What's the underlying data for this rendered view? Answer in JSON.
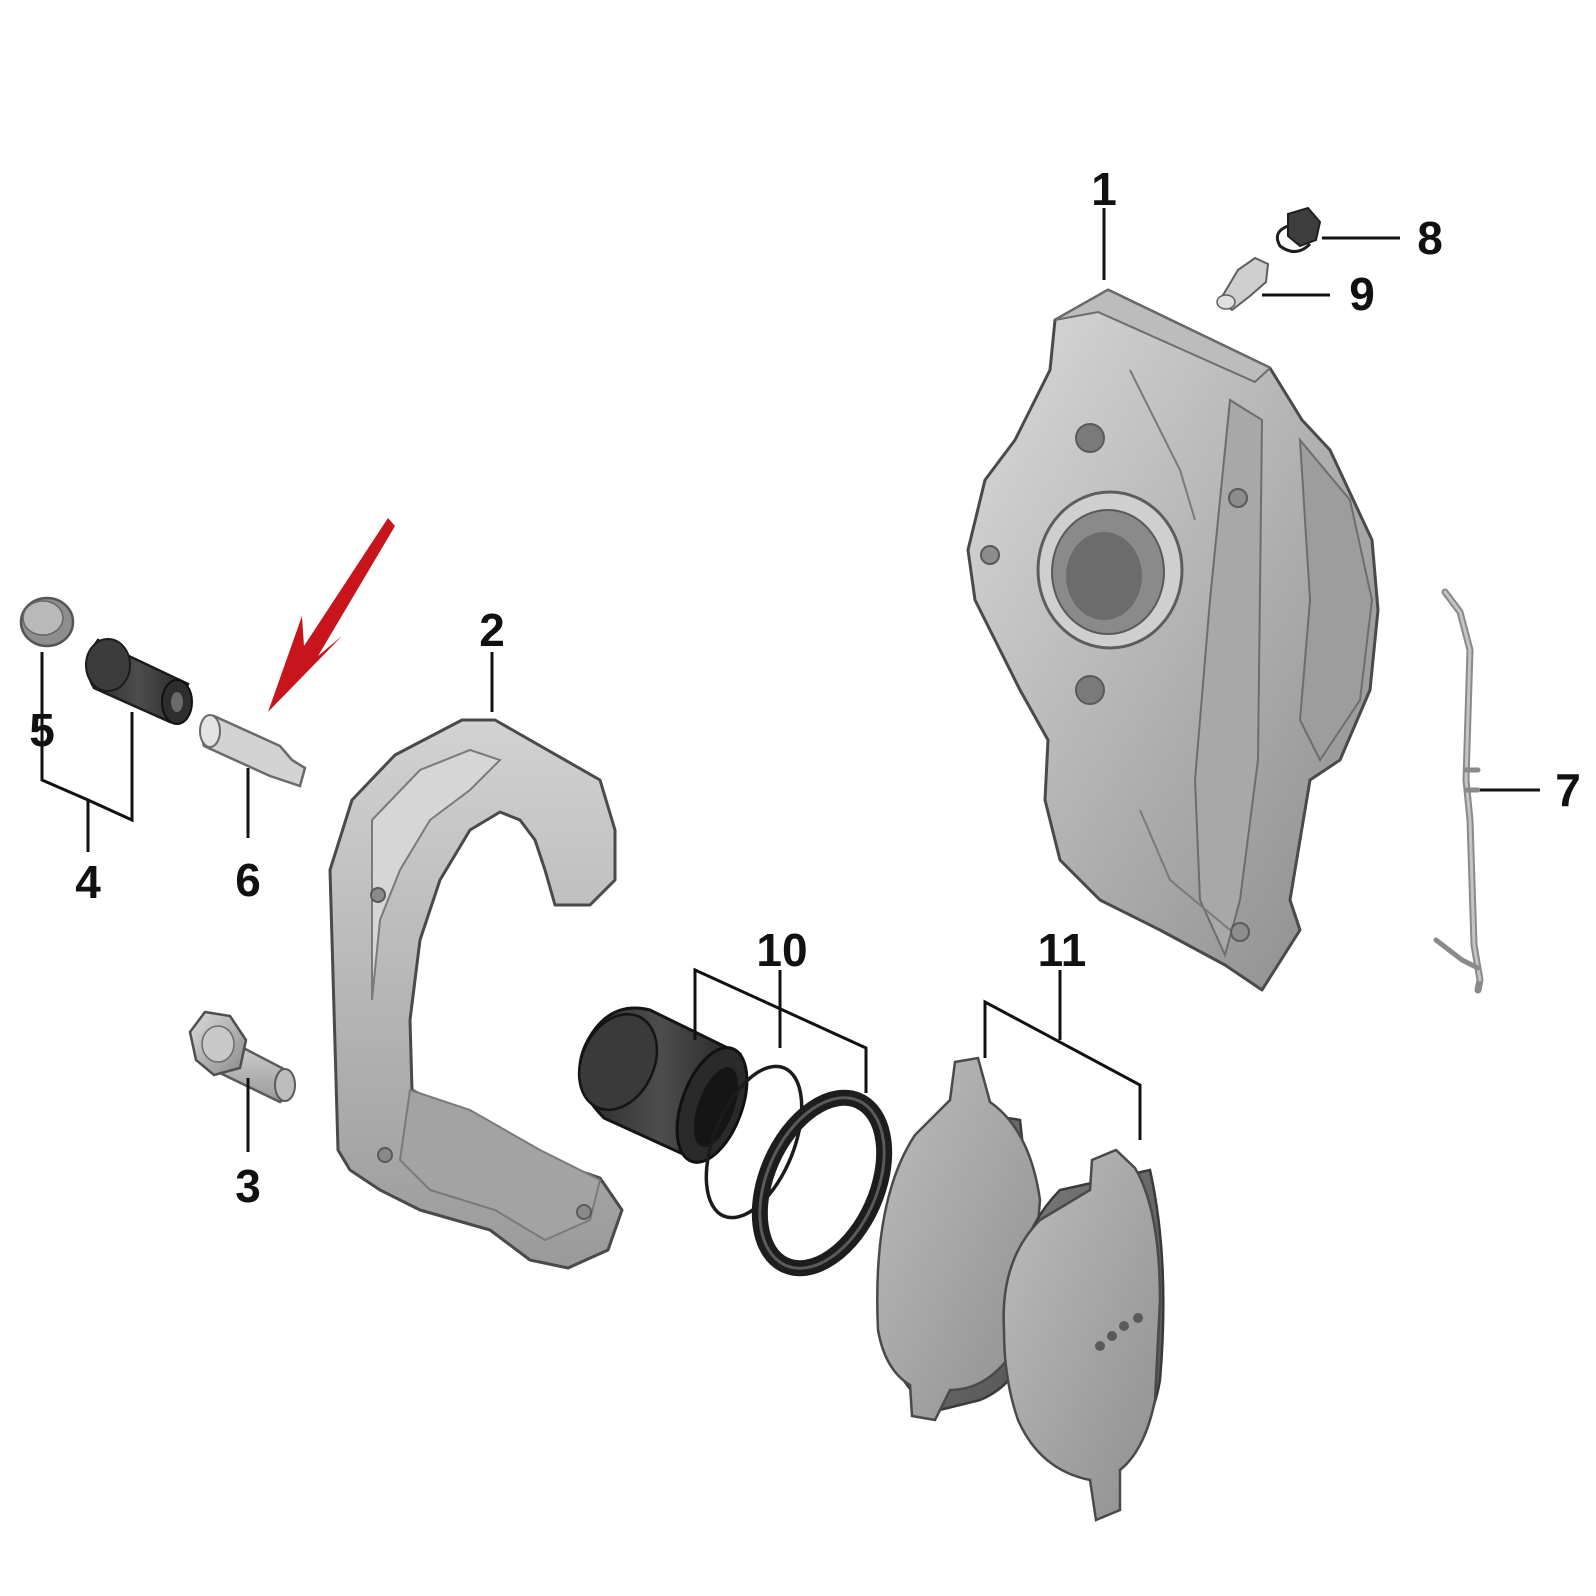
{
  "callouts": [
    {
      "id": "1",
      "label": "1",
      "part": "caliper-housing"
    },
    {
      "id": "2",
      "label": "2",
      "part": "caliper-carrier"
    },
    {
      "id": "3",
      "label": "3",
      "part": "carrier-bolt"
    },
    {
      "id": "4",
      "label": "4",
      "part": "guide-sleeve-kit"
    },
    {
      "id": "5",
      "label": "5",
      "part": "dust-cap"
    },
    {
      "id": "6",
      "label": "6",
      "part": "guide-pin"
    },
    {
      "id": "7",
      "label": "7",
      "part": "anti-rattle-spring"
    },
    {
      "id": "8",
      "label": "8",
      "part": "bleeder-cap"
    },
    {
      "id": "9",
      "label": "9",
      "part": "bleeder-valve"
    },
    {
      "id": "10",
      "label": "10",
      "part": "piston-seal-kit"
    },
    {
      "id": "11",
      "label": "11",
      "part": "brake-pad-set"
    }
  ],
  "colors": {
    "background": "#ffffff",
    "part_light": "#c9c9c9",
    "part_mid": "#a9a9a9",
    "part_dark": "#7d7d7d",
    "rubber": "#3a3a3a",
    "leader_lines": "#111111",
    "highlight_arrow": "#c8141b"
  }
}
